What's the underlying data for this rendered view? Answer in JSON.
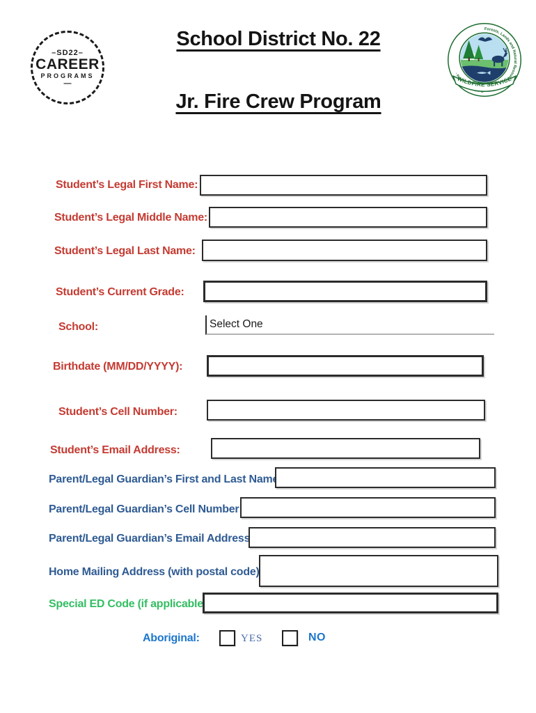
{
  "header": {
    "title": "School District No. 22",
    "subtitle": "Jr. Fire Crew Program"
  },
  "logos": {
    "career": {
      "top": "–SD22–",
      "main": "CAREER",
      "sub": "PROGRAMS",
      "bottom": "—"
    },
    "wildfire": {
      "ring_text": "Forests, Lands and Natural Resource Operations · British Columbia ·",
      "banner_text": "WILDFIRE SERVICE"
    }
  },
  "form": {
    "fields": {
      "first_name": {
        "label": "Student’s Legal First Name:"
      },
      "middle_name": {
        "label": "Student’s Legal Middle Name:"
      },
      "last_name": {
        "label": "Student’s Legal Last Name:"
      },
      "current_grade": {
        "label": "Student’s Current Grade:"
      },
      "school": {
        "label": "School:",
        "value": "Select One"
      },
      "birthdate": {
        "label": "Birthdate (MM/DD/YYYY):"
      },
      "student_cell": {
        "label": "Student’s Cell Number:"
      },
      "student_email": {
        "label": "Student’s Email Address:"
      },
      "parent_name": {
        "label": "Parent/Legal Guardian’s First and Last Name:"
      },
      "parent_cell": {
        "label": "Parent/Legal Guardian’s Cell Number:"
      },
      "parent_email": {
        "label": "Parent/Legal Guardian’s Email Address:"
      },
      "home_address": {
        "label": "Home Mailing Address (with postal code):"
      },
      "special_ed": {
        "label": "Special ED Code (if applicable)"
      },
      "aboriginal": {
        "label": "Aboriginal:",
        "yes_label": "YES",
        "no_label": "NO"
      }
    },
    "colors": {
      "student_label_red": "#C43B32",
      "parent_label_navy": "#2F5B93",
      "special_ed_green": "#33BE62",
      "aboriginal_blue": "#1C76CC",
      "yes_text_blue": "#4A6BA8",
      "box_border": "#2B2B2B"
    }
  }
}
